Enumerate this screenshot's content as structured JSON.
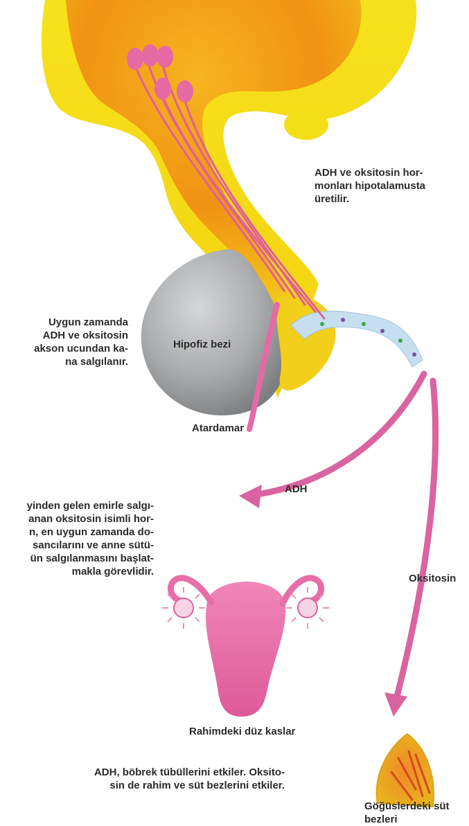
{
  "labels": {
    "hypothalamus_note": "ADH ve oksitosin hor-\nmonları hipotalamusta\nüretilir.",
    "axon_release_note": "Uygun zamanda\nADH ve oksitosin\nakson ucundan ka-\nna salgılanır.",
    "pituitary": "Hipofiz bezi",
    "artery": "Atardamar",
    "adh": "ADH",
    "oxytocin_note": "yinden gelen emirle salgı-\nanan oksitosin isimli hor-\nn, en uygun zamanda do-\nsancılarını ve anne sütü-\nün salgılanmasını başlat-\nmakla görevlidir.",
    "oxytocin": "Oksitosin",
    "uterus": "Rahimdeki düz kaslar",
    "effects_note": "ADH, böbrek tübüllerini etkiler. Oksito-\nsin de rahim ve süt bezlerini etkiler.",
    "mammary": "Göğüslerdeki süt\nbezleri"
  },
  "colors": {
    "hypothalamus_yellow": "#f5e21a",
    "hypothalamus_orange": "#f0a21f",
    "pituitary_gray": "#a7a9ab",
    "neuron_pink": "#e0609a",
    "arrow_pink": "#d9649f",
    "uterus_pink": "#e76ea6",
    "label_text": "#2a2a2a"
  }
}
